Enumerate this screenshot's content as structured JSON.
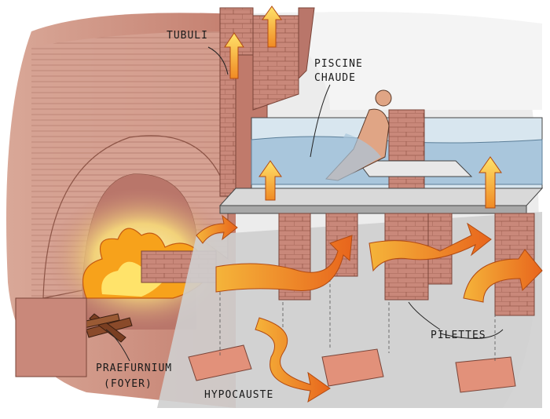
{
  "labels": {
    "tubuli": "TUBULI",
    "piscine_line1": "PISCINE",
    "piscine_line2": "CHAUDE",
    "pilettes": "PILETTES",
    "praefurnium_line1": "PRAEFURNIUM",
    "praefurnium_line2": "(FOYER)",
    "hypocauste": "HYPOCAUSTE"
  },
  "colors": {
    "brick": "#c9887a",
    "brick_dark": "#9a5b4c",
    "water": "#a9c6dc",
    "fire": "#f7a21b",
    "arrow": "#f08a24",
    "floor": "#cfcfcf"
  }
}
